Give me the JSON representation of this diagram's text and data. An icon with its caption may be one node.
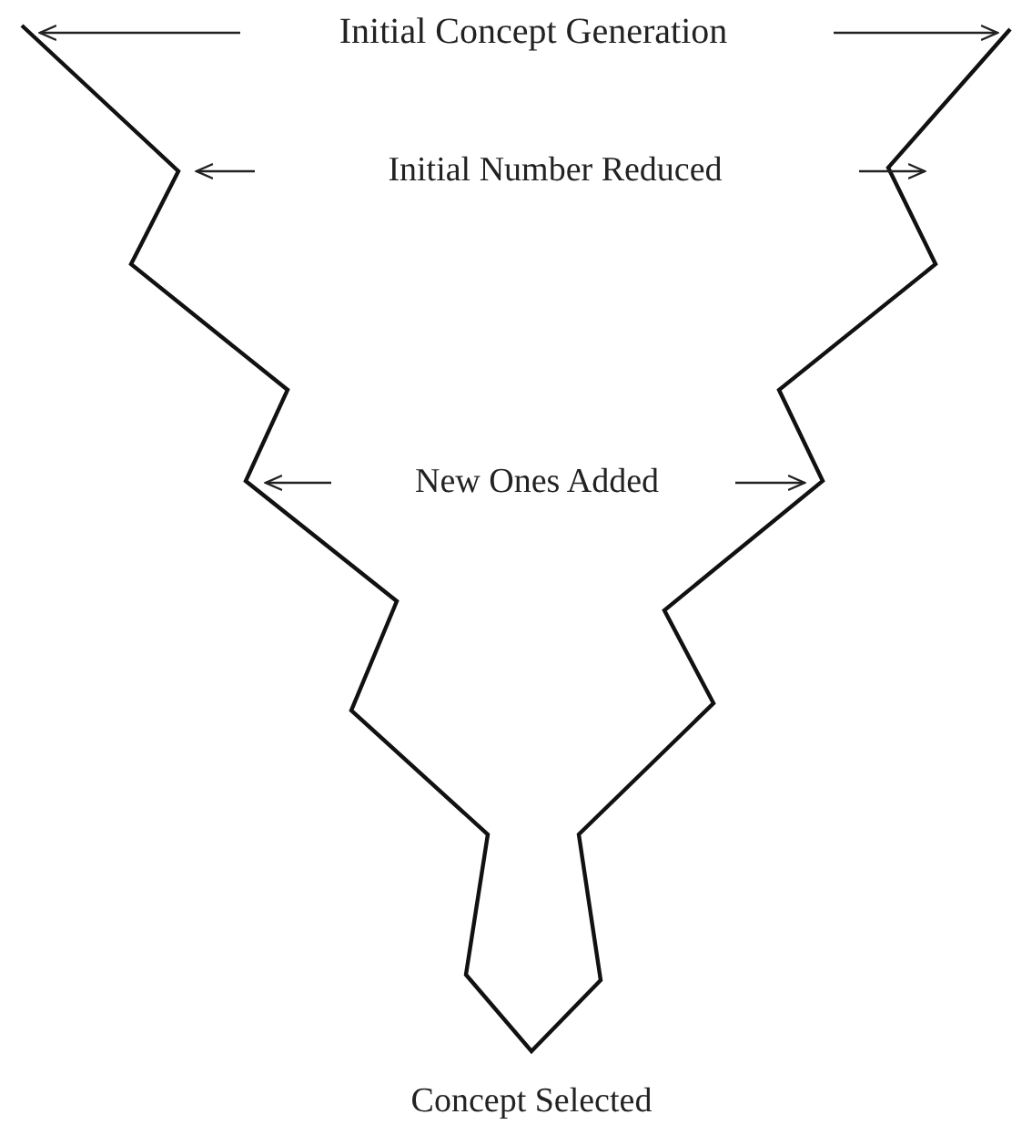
{
  "diagram": {
    "labels": [
      "Initial Concept Generation",
      "Initial Number Reduced",
      "New Ones Added",
      "Concept Selected"
    ]
  }
}
